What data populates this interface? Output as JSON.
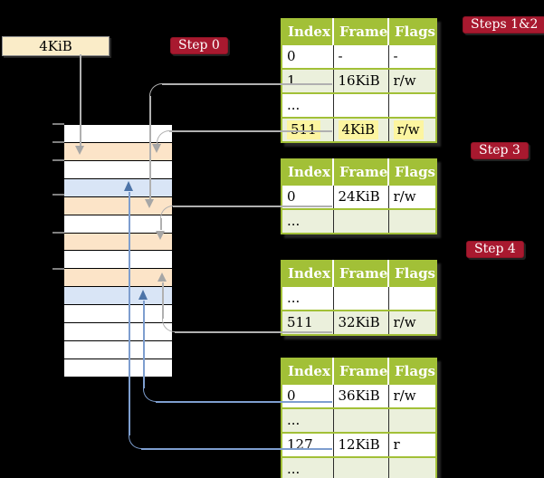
{
  "frame_box": {
    "label": "4KiB"
  },
  "badges": {
    "step0": "Step 0",
    "steps12": "Steps 1&2",
    "step3": "Step 3",
    "step4": "Step 4"
  },
  "tables": [
    {
      "badge": "Steps 1&2",
      "headers": [
        "Index",
        "Frame",
        "Flags"
      ],
      "rows": [
        [
          "0",
          "-",
          "-"
        ],
        [
          "1",
          "16KiB",
          "r/w"
        ],
        [
          "...",
          "",
          ""
        ],
        [
          "511",
          "4KiB",
          "r/w"
        ]
      ],
      "highlighted_row": 3
    },
    {
      "badge": "Step 3",
      "headers": [
        "Index",
        "Frame",
        "Flags"
      ],
      "rows": [
        [
          "0",
          "24KiB",
          "r/w"
        ],
        [
          "...",
          "",
          ""
        ]
      ]
    },
    {
      "badge": "Step 4",
      "headers": [
        "Index",
        "Frame",
        "Flags"
      ],
      "rows": [
        [
          "...",
          "",
          ""
        ],
        [
          "511",
          "32KiB",
          "r/w"
        ]
      ]
    },
    {
      "badge": "",
      "headers": [
        "Index",
        "Frame",
        "Flags"
      ],
      "rows": [
        [
          "0",
          "36KiB",
          "r/w"
        ],
        [
          "...",
          "",
          ""
        ],
        [
          "127",
          "12KiB",
          "r"
        ],
        [
          "...",
          "",
          ""
        ]
      ]
    }
  ],
  "stack": {
    "rows": [
      {
        "tone": "white"
      },
      {
        "tone": "peach"
      },
      {
        "tone": "white"
      },
      {
        "tone": "blue"
      },
      {
        "tone": "peach"
      },
      {
        "tone": "white"
      },
      {
        "tone": "peach"
      },
      {
        "tone": "white"
      },
      {
        "tone": "peach"
      },
      {
        "tone": "blue"
      },
      {
        "tone": "white"
      },
      {
        "tone": "white"
      },
      {
        "tone": "white"
      },
      {
        "tone": "white"
      }
    ]
  },
  "colors": {
    "background": "#000000",
    "badge_red": "#a8192f",
    "table_header_green": "#a2c037",
    "table_row_green": "#ebf0dc",
    "highlight_yellow": "#fcf5a0",
    "frame_box_cream": "#faecc8",
    "stack_peach": "#fce4c8",
    "stack_blue": "#d9e5f6",
    "gray_line": "#b0b0b0",
    "blue_line": "#7e9ecf"
  }
}
